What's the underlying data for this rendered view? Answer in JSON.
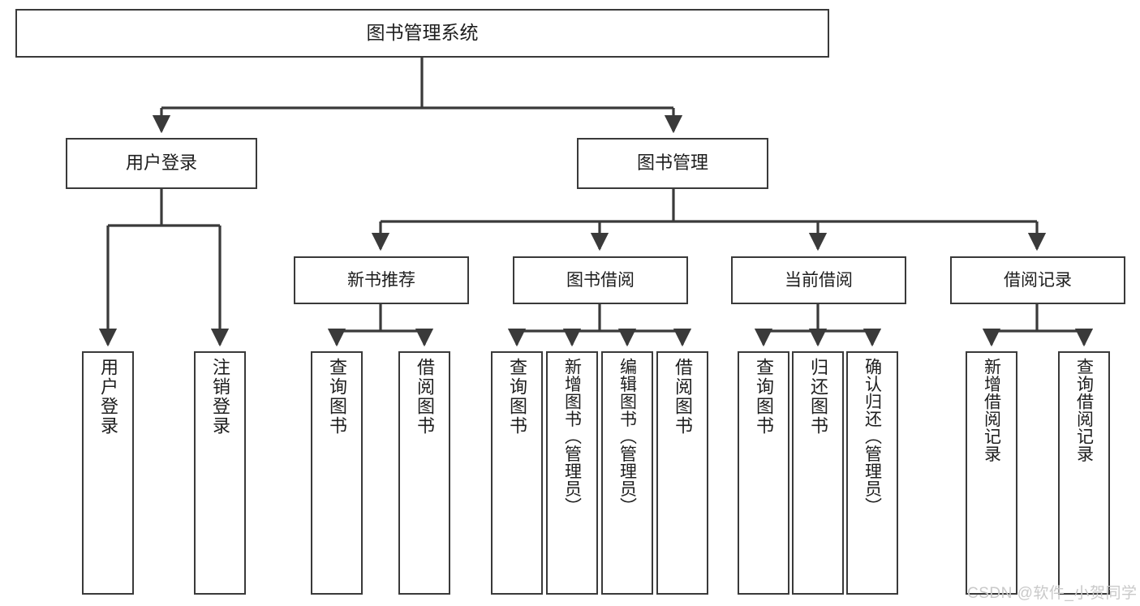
{
  "diagram": {
    "title": "图书管理系统",
    "type": "hierarchy-tree",
    "watermark": "CSDN @软件_小贺同学",
    "colors": {
      "box_border": "#3a3a3a",
      "box_fill": "#ffffff",
      "edge": "#3a3a3a",
      "text": "#1d1d1d",
      "watermark": "#c9c9c9",
      "background": "#ffffff"
    },
    "levels": {
      "level1": [
        {
          "id": "root",
          "label": "图书管理系统"
        }
      ],
      "level2": [
        {
          "id": "user-login",
          "label": "用户登录"
        },
        {
          "id": "book-management",
          "label": "图书管理"
        }
      ],
      "level3": [
        {
          "id": "new-book-recommend",
          "label": "新书推荐"
        },
        {
          "id": "book-borrow",
          "label": "图书借阅"
        },
        {
          "id": "current-borrow",
          "label": "当前借阅"
        },
        {
          "id": "borrow-record",
          "label": "借阅记录"
        }
      ],
      "leaves": [
        {
          "id": "leaf-user-login",
          "parent": "user-login",
          "label": "用户登录"
        },
        {
          "id": "leaf-logout-login",
          "parent": "user-login",
          "label": "注销登录"
        },
        {
          "id": "leaf-query-book-1",
          "parent": "new-book-recommend",
          "label": "查询图书"
        },
        {
          "id": "leaf-borrow-book-1",
          "parent": "new-book-recommend",
          "label": "借阅图书"
        },
        {
          "id": "leaf-query-book-2",
          "parent": "book-borrow",
          "label": "查询图书"
        },
        {
          "id": "leaf-add-book",
          "parent": "book-borrow",
          "label": "新增图书（管理员）"
        },
        {
          "id": "leaf-edit-book",
          "parent": "book-borrow",
          "label": "编辑图书（管理员）"
        },
        {
          "id": "leaf-borrow-book-2",
          "parent": "book-borrow",
          "label": "借阅图书"
        },
        {
          "id": "leaf-query-book-3",
          "parent": "current-borrow",
          "label": "查询图书"
        },
        {
          "id": "leaf-return-book",
          "parent": "current-borrow",
          "label": "归还图书"
        },
        {
          "id": "leaf-confirm-return",
          "parent": "current-borrow",
          "label": "确认归还（管理员）"
        },
        {
          "id": "leaf-add-record",
          "parent": "borrow-record",
          "label": "新增借阅记录"
        },
        {
          "id": "leaf-query-record",
          "parent": "borrow-record",
          "label": "查询借阅记录"
        }
      ]
    }
  }
}
